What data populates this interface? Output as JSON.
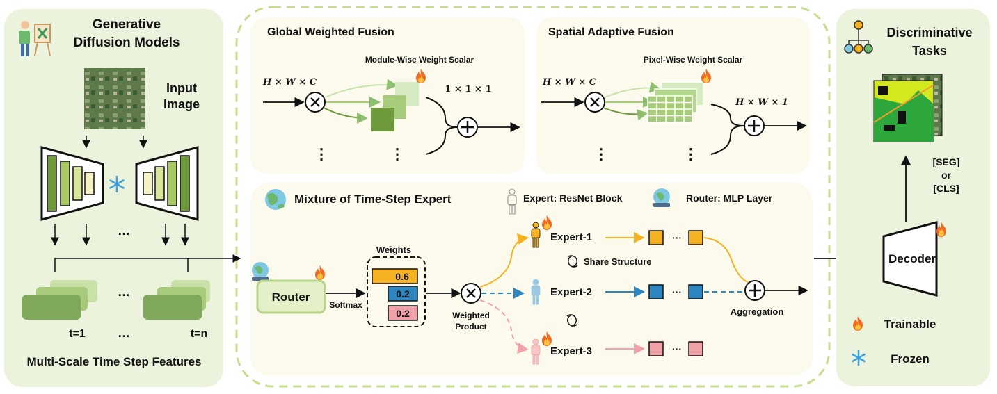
{
  "left_panel": {
    "title_line1": "Generative",
    "title_line2": "Diffusion Models",
    "input_line1": "Input",
    "input_line2": "Image",
    "ellipsis": "…",
    "t_first": "t=1",
    "t_last": "t=n",
    "caption": "Multi-Scale Time Step Features"
  },
  "global_fusion": {
    "title": "Global Weighted Fusion",
    "scalar_label": "Module-Wise Weight Scalar",
    "input_dims": "H × W × C",
    "weight_dims": "1 × 1 × 1",
    "vdots": "⋮"
  },
  "spatial_fusion": {
    "title": "Spatial Adaptive Fusion",
    "scalar_label": "Pixel-Wise Weight Scalar",
    "input_dims": "H × W × C",
    "weight_dims": "H × W × 1",
    "vdots": "⋮"
  },
  "mote": {
    "title": "Mixture of Time-Step Expert",
    "legend_expert": "Expert: ResNet Block",
    "legend_router": "Router: MLP Layer",
    "router_label": "Router",
    "softmax_label": "Softmax",
    "weights_title": "Weights",
    "weights": [
      "0.6",
      "0.2",
      "0.2"
    ],
    "product_line1": "Weighted",
    "product_line2": "Product",
    "experts": [
      "Expert-1",
      "Expert-2",
      "Expert-3"
    ],
    "share_structure": "Share Structure",
    "aggregation": "Aggregation",
    "dots": "···",
    "expert_colors": [
      "#f5b324",
      "#2e86c1",
      "#f1a1a8"
    ]
  },
  "right_panel": {
    "title_line1": "Discriminative",
    "title_line2": "Tasks",
    "task_line1": "[SEG]",
    "task_line2": "or",
    "task_line3": "[CLS]",
    "decoder": "Decoder",
    "legend_trainable": "Trainable",
    "legend_frozen": "Frozen"
  }
}
